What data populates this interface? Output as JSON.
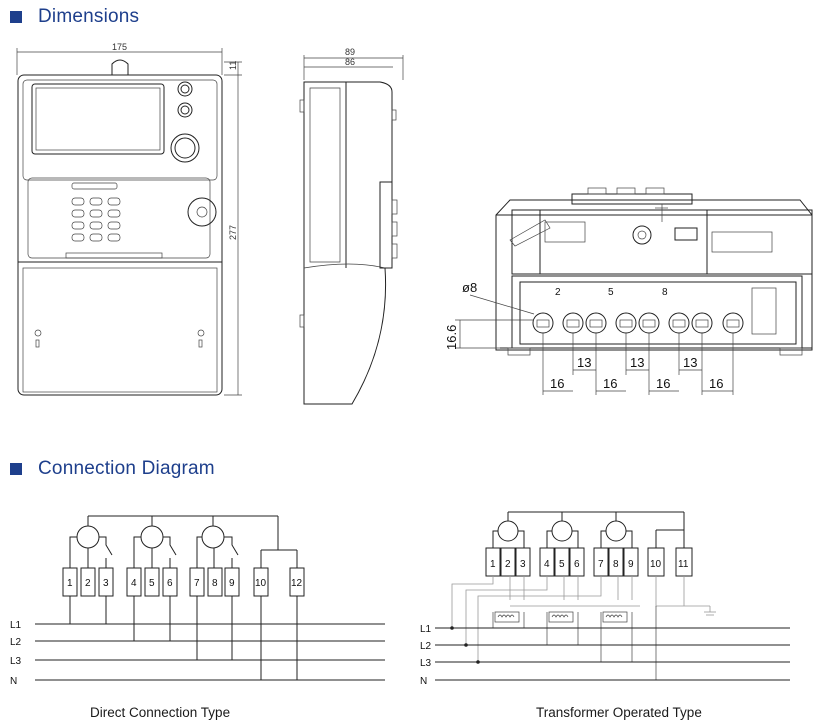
{
  "sections": {
    "dimensions": "Dimensions",
    "connection": "Connection Diagram"
  },
  "dims": {
    "width": "175",
    "top": "11",
    "height": "277",
    "depth_outer": "89",
    "depth_inner": "86",
    "hole": "ø8",
    "terminal_height": "16.6",
    "pitch_13": "13",
    "pitch_16": "16"
  },
  "direct": {
    "caption": "Direct Connection Type",
    "terminals": [
      "1",
      "2",
      "3",
      "4",
      "5",
      "6",
      "7",
      "8",
      "9",
      "10",
      "12"
    ],
    "lines": [
      "L1",
      "L2",
      "L3",
      "N"
    ]
  },
  "transformer": {
    "caption": "Transformer Operated Type",
    "terminals": [
      "1",
      "2",
      "3",
      "4",
      "5",
      "6",
      "7",
      "8",
      "9",
      "10",
      "11"
    ],
    "lines": [
      "L1",
      "L2",
      "L3",
      "N"
    ]
  },
  "colors": {
    "accent": "#1e3f8c"
  }
}
